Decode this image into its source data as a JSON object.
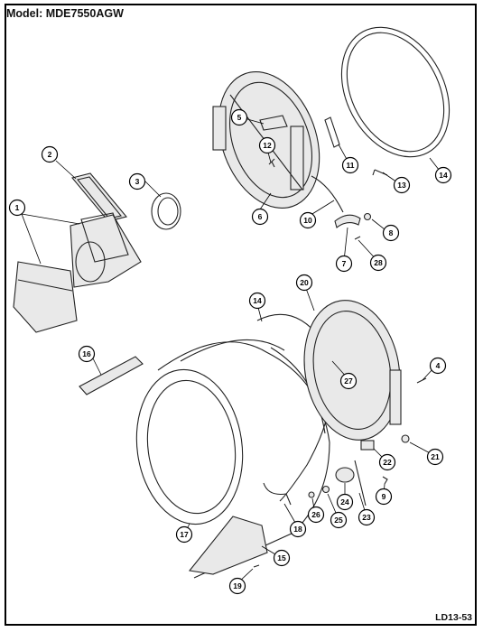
{
  "header": {
    "model_label": "Model:  MDE7550AGW"
  },
  "footer": {
    "diagram_code": "LD13-53"
  },
  "callouts": [
    {
      "num": "1"
    },
    {
      "num": "2"
    },
    {
      "num": "3"
    },
    {
      "num": "4"
    },
    {
      "num": "5"
    },
    {
      "num": "6"
    },
    {
      "num": "7"
    },
    {
      "num": "8"
    },
    {
      "num": "9"
    },
    {
      "num": "10"
    },
    {
      "num": "11"
    },
    {
      "num": "12"
    },
    {
      "num": "13"
    },
    {
      "num": "14"
    },
    {
      "num": "14"
    },
    {
      "num": "15"
    },
    {
      "num": "16"
    },
    {
      "num": "17"
    },
    {
      "num": "18"
    },
    {
      "num": "19"
    },
    {
      "num": "20"
    },
    {
      "num": "21"
    },
    {
      "num": "22"
    },
    {
      "num": "23"
    },
    {
      "num": "24"
    },
    {
      "num": "25"
    },
    {
      "num": "26"
    },
    {
      "num": "27"
    },
    {
      "num": "28"
    }
  ]
}
